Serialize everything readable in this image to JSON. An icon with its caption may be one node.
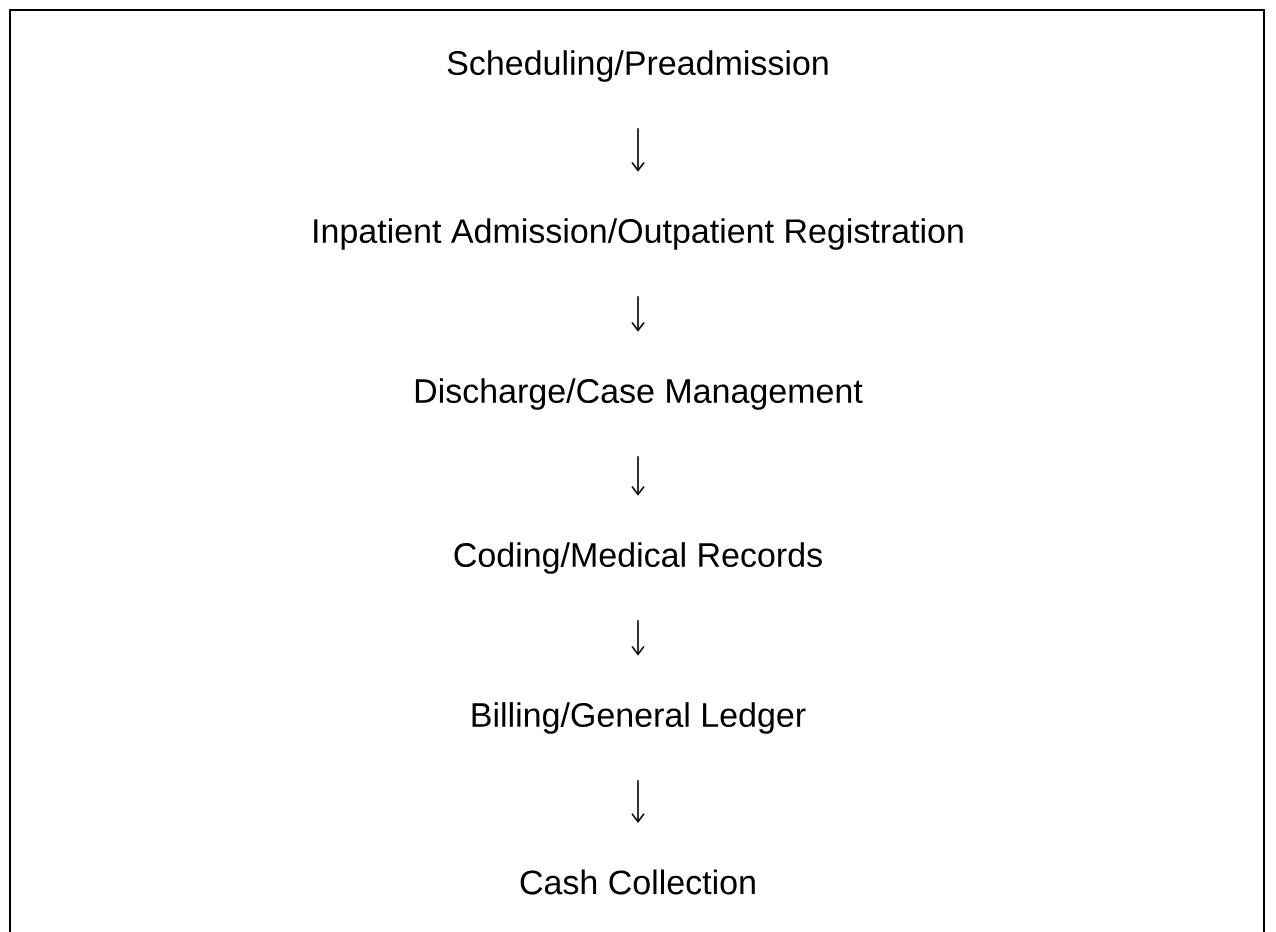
{
  "diagram": {
    "nodes": [
      {
        "text": [
          "Scheduling/Preadmission"
        ]
      },
      {
        "text": [
          "Inpatient Admission/Outpatient Registration"
        ]
      },
      {
        "text": [
          "Discharge/Case Management"
        ]
      },
      {
        "text": [
          "Coding/Medical Records"
        ]
      },
      {
        "text": [
          "Billing/General Ledger"
        ]
      },
      {
        "text": [
          "Cash Collection"
        ]
      }
    ],
    "edges": [
      {
        "from": 0,
        "to": 1,
        "arrow": "to"
      },
      {
        "from": 1,
        "to": 2,
        "arrow": "to"
      },
      {
        "from": 2,
        "to": 3,
        "arrow": "to"
      },
      {
        "from": 3,
        "to": 4,
        "arrow": "to"
      },
      {
        "from": 4,
        "to": 5,
        "arrow": "to"
      }
    ]
  }
}
